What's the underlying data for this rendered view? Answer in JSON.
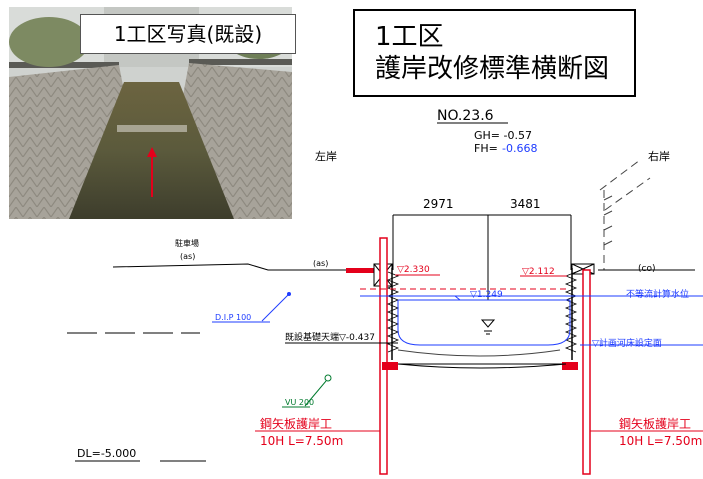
{
  "photo": {
    "label": "1工区写真(既設)"
  },
  "title": {
    "line1": "1工区",
    "line2": "護岸改修標準横断図"
  },
  "section": {
    "number": "NO.23.6",
    "gh": "GH= -0.57",
    "fh_prefix": "FH=",
    "fh_value": "-0.668"
  },
  "banks": {
    "left": "左岸",
    "right": "右岸"
  },
  "dimensions": {
    "left": "2971",
    "right": "3481"
  },
  "labels": {
    "parking": "駐車場",
    "as_left": "(as)",
    "as_center": "(as)",
    "co": "(co)",
    "dip": "D.I.P  100",
    "vu": "VU 200",
    "foundation": "既設基礎天端▽-0.437",
    "left_top_level": "▽2.330",
    "right_top_level": "▽2.112",
    "water_level_value": "▽1.249",
    "water_level_text": "不等流計算水位",
    "bed_text": "▽計画河床設定面",
    "dl": "DL=-5.000"
  },
  "sheet_pile_left": {
    "title": "鋼矢板護岸工",
    "spec": "10H  L=7.50m"
  },
  "sheet_pile_right": {
    "title": "鋼矢板護岸工",
    "spec": "10H  L=7.50m"
  },
  "colors": {
    "red": "#e4001b",
    "blue": "#1e3cff",
    "black": "#000000"
  }
}
